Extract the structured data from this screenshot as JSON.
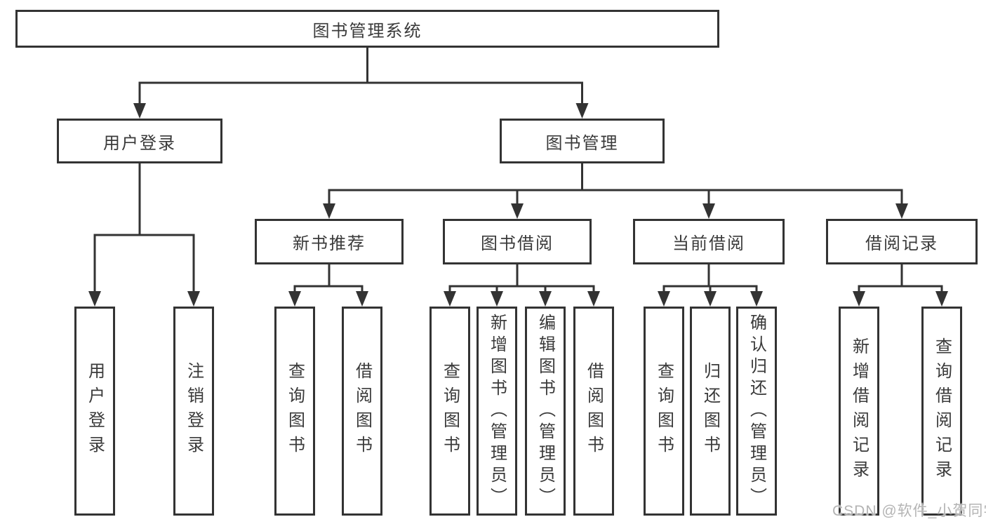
{
  "diagram": {
    "title": "图书管理系统",
    "tree": {
      "id": "root",
      "label": "图书管理系统",
      "children": [
        {
          "id": "user-login",
          "label": "用户登录",
          "children": [
            {
              "id": "leaf-user-login",
              "label": "用户登录"
            },
            {
              "id": "leaf-logout",
              "label": "注销登录"
            }
          ]
        },
        {
          "id": "book-mgmt",
          "label": "图书管理",
          "children": [
            {
              "id": "new-book",
              "label": "新书推荐",
              "children": [
                {
                  "id": "nb-query",
                  "label": "查询图书"
                },
                {
                  "id": "nb-borrow",
                  "label": "借阅图书"
                }
              ]
            },
            {
              "id": "book-borrow",
              "label": "图书借阅",
              "children": [
                {
                  "id": "bb-query",
                  "label": "查询图书"
                },
                {
                  "id": "bb-add",
                  "label": "新增图书（管理员）"
                },
                {
                  "id": "bb-edit",
                  "label": "编辑图书（管理员）"
                },
                {
                  "id": "bb-borrow",
                  "label": "借阅图书"
                }
              ]
            },
            {
              "id": "current-borrow",
              "label": "当前借阅",
              "children": [
                {
                  "id": "cb-query",
                  "label": "查询图书"
                },
                {
                  "id": "cb-return",
                  "label": "归还图书"
                },
                {
                  "id": "cb-confirm",
                  "label": "确认归还（管理员）"
                }
              ]
            },
            {
              "id": "borrow-record",
              "label": "借阅记录",
              "children": [
                {
                  "id": "br-add",
                  "label": "新增借阅记录"
                },
                {
                  "id": "br-query",
                  "label": "查询借阅记录"
                }
              ]
            }
          ]
        }
      ]
    }
  },
  "watermark": {
    "text": "CSDN @软件_小贺同学"
  },
  "colors": {
    "line": "#333333",
    "text": "#3a3a3a",
    "watermark": "#b4b4b4",
    "background": "#ffffff"
  }
}
